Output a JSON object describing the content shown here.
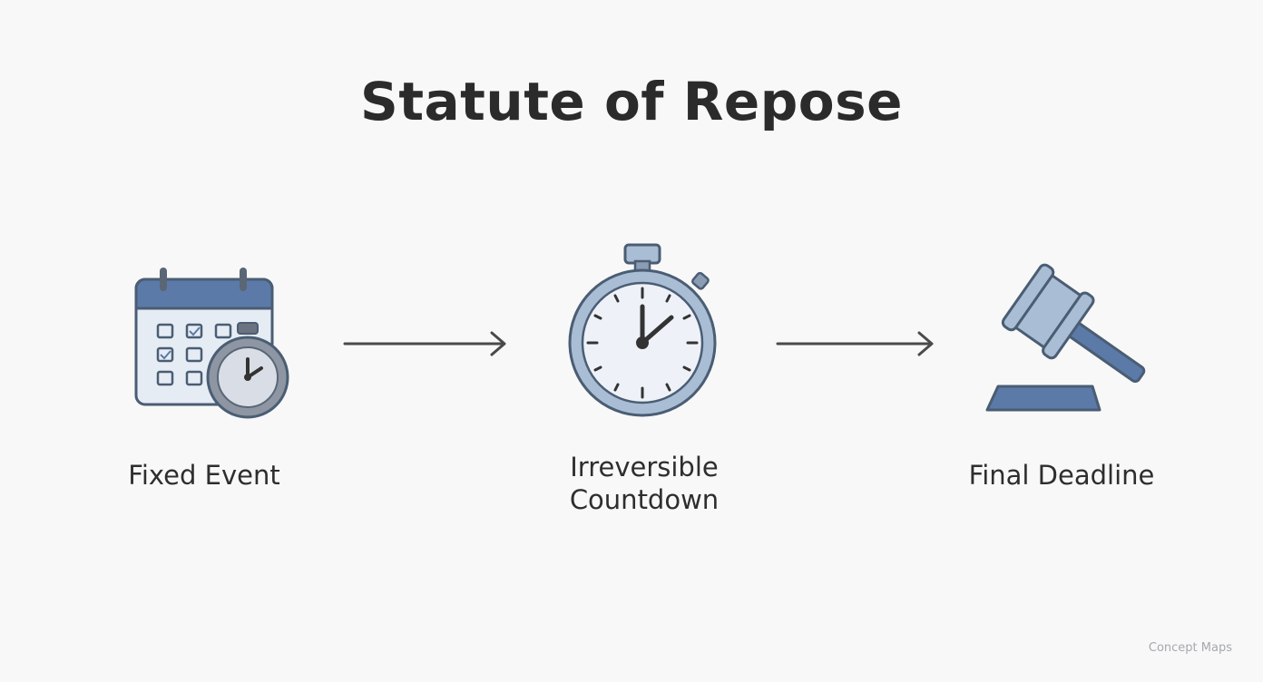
{
  "title": "Statute of Repose",
  "steps": [
    {
      "label": "Fixed Event",
      "icon": "calendar-clock-icon"
    },
    {
      "label_line1": "Irreversible",
      "label_line2": "Countdown",
      "icon": "stopwatch-icon"
    },
    {
      "label": "Final Deadline",
      "icon": "gavel-icon"
    }
  ],
  "watermark": "Concept Maps",
  "colors": {
    "accent": "#5b7aa8",
    "accent_light": "#a9bdd4",
    "outline": "#4a5d73",
    "face": "#eef2f8",
    "text": "#2e2e2e",
    "arrow": "#4a4a4a"
  }
}
